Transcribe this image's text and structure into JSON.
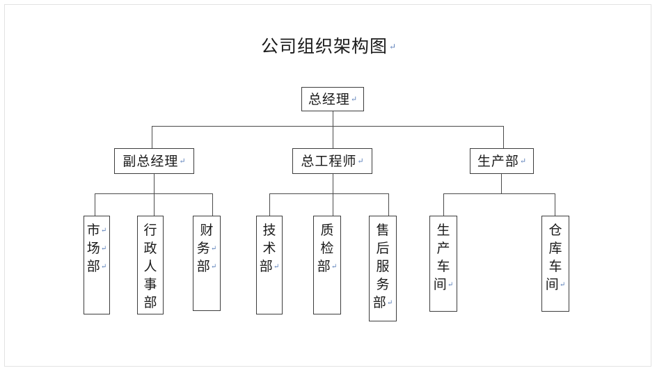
{
  "document": {
    "title": "公司组织架构图",
    "title_pilcrow": "↵",
    "background_color": "#ffffff",
    "page_border_color": "#e2e2e2",
    "box_border_color": "#3c3c3c",
    "connector_color": "#4a4a4a",
    "pilcrow_color": "#5b7fb9"
  },
  "chart_data": {
    "type": "diagram",
    "title": "公司组织架构图",
    "orientation": "top-down",
    "levels": 3,
    "root": "总经理",
    "nodes": [
      {
        "id": "gm",
        "label": "总经理",
        "level": 1,
        "parent": null,
        "orientation": "horizontal",
        "pilcrow": "↵"
      },
      {
        "id": "dgm",
        "label": "副总经理",
        "level": 2,
        "parent": "gm",
        "orientation": "horizontal",
        "pilcrow": "↵"
      },
      {
        "id": "ce",
        "label": "总工程师",
        "level": 2,
        "parent": "gm",
        "orientation": "horizontal",
        "pilcrow": "↵"
      },
      {
        "id": "pd",
        "label": "生产部",
        "level": 2,
        "parent": "gm",
        "orientation": "horizontal",
        "pilcrow": "↵"
      },
      {
        "id": "mkt",
        "label": "市场部",
        "level": 3,
        "parent": "dgm",
        "orientation": "vertical"
      },
      {
        "id": "hr",
        "label": "行政人事部",
        "level": 3,
        "parent": "dgm",
        "orientation": "vertical"
      },
      {
        "id": "fin",
        "label": "财务部",
        "level": 3,
        "parent": "dgm",
        "orientation": "vertical"
      },
      {
        "id": "tec",
        "label": "技术部",
        "level": 3,
        "parent": "ce",
        "orientation": "vertical"
      },
      {
        "id": "qc",
        "label": "质检部",
        "level": 3,
        "parent": "ce",
        "orientation": "vertical"
      },
      {
        "id": "svc",
        "label": "售后服务部",
        "level": 3,
        "parent": "ce",
        "orientation": "vertical"
      },
      {
        "id": "pw",
        "label": "生产车间",
        "level": 3,
        "parent": "pd",
        "orientation": "vertical"
      },
      {
        "id": "ww",
        "label": "仓库车间",
        "level": 3,
        "parent": "pd",
        "orientation": "vertical"
      }
    ]
  },
  "tier1": {
    "gm": {
      "label": "总经理",
      "pilcrow": "↵"
    }
  },
  "tier2": {
    "dgm": {
      "label": "副总经理",
      "pilcrow": "↵"
    },
    "ce": {
      "label": "总工程师",
      "pilcrow": "↵"
    },
    "pd": {
      "label": "生产部",
      "pilcrow": "↵"
    }
  },
  "tier3": {
    "mkt": {
      "chars": [
        "市",
        "场",
        "部"
      ],
      "pilcrows": [
        "↵",
        "↵",
        "↵"
      ]
    },
    "hr": {
      "chars": [
        "行",
        "政",
        "人",
        "事",
        "部"
      ],
      "pilcrows": [
        "",
        "",
        "",
        "",
        ""
      ]
    },
    "fin": {
      "chars": [
        "财",
        "务",
        "部"
      ],
      "pilcrows": [
        "",
        "↵",
        "↵"
      ]
    },
    "tec": {
      "chars": [
        "技",
        "术",
        "部"
      ],
      "pilcrows": [
        "",
        "",
        "↵"
      ]
    },
    "qc": {
      "chars": [
        "质",
        "检",
        "部"
      ],
      "pilcrows": [
        "",
        "",
        "↵"
      ]
    },
    "svc": {
      "chars": [
        "售",
        "后",
        "服",
        "务",
        "部"
      ],
      "pilcrows": [
        "",
        "",
        "",
        "",
        "↵"
      ]
    },
    "pw": {
      "chars": [
        "生",
        "产",
        "车",
        "间"
      ],
      "pilcrows": [
        "",
        "",
        "",
        "↵"
      ]
    },
    "ww": {
      "chars": [
        "仓",
        "库",
        "车",
        "间"
      ],
      "pilcrows": [
        "",
        "",
        "",
        "↵"
      ]
    }
  }
}
